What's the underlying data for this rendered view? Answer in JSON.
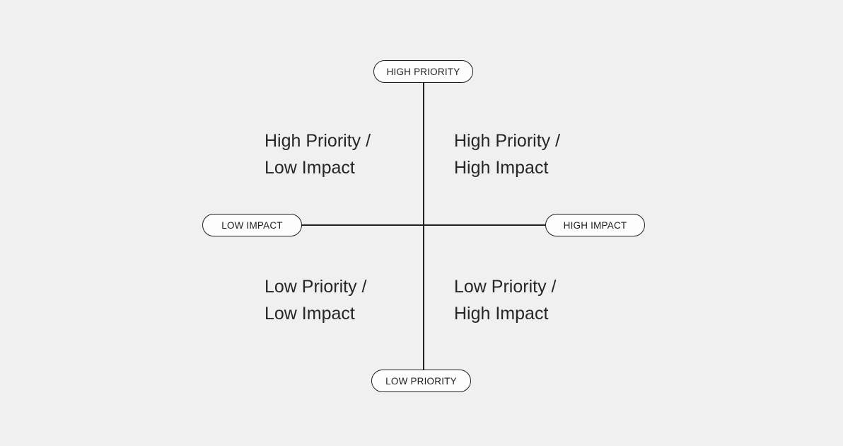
{
  "axes": {
    "top_label": "HIGH PRIORITY",
    "bottom_label": "LOW PRIORITY",
    "left_label": "LOW IMPACT",
    "right_label": "HIGH IMPACT"
  },
  "quadrants": {
    "top_left": {
      "line1": "High Priority /",
      "line2": "Low Impact"
    },
    "top_right": {
      "line1": "High Priority /",
      "line2": "High Impact"
    },
    "bottom_left": {
      "line1": "Low Priority /",
      "line2": "Low Impact"
    },
    "bottom_right": {
      "line1": "Low Priority /",
      "line2": "High Impact"
    }
  }
}
